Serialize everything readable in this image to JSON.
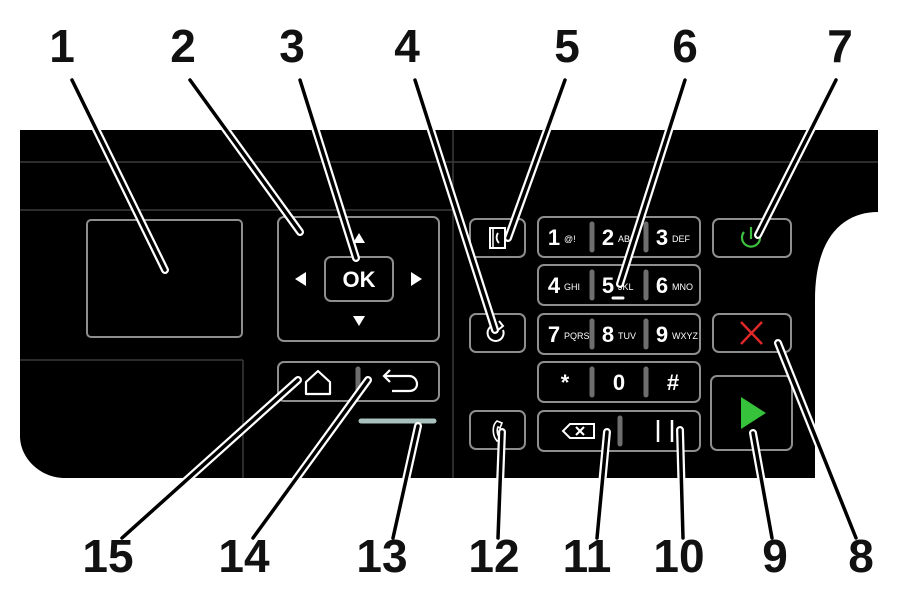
{
  "callouts": [
    "1",
    "2",
    "3",
    "4",
    "5",
    "6",
    "7",
    "8",
    "9",
    "10",
    "11",
    "12",
    "13",
    "14",
    "15"
  ],
  "ok_label": "OK",
  "keypad": [
    {
      "main": "1",
      "sub": "@!"
    },
    {
      "main": "2",
      "sub": "ABC"
    },
    {
      "main": "3",
      "sub": "DEF"
    },
    {
      "main": "4",
      "sub": "GHI"
    },
    {
      "main": "5",
      "sub": "JKL"
    },
    {
      "main": "6",
      "sub": "MNO"
    },
    {
      "main": "7",
      "sub": "PQRS"
    },
    {
      "main": "8",
      "sub": "TUV"
    },
    {
      "main": "9",
      "sub": "WXYZ"
    },
    {
      "main": "*",
      "sub": ""
    },
    {
      "main": "0",
      "sub": ""
    },
    {
      "main": "#",
      "sub": ""
    }
  ],
  "colors": {
    "panel": "#000000",
    "outline": "#8e8e8e",
    "power_icon": "#3fbf3f",
    "stop_icon": "#e0282a",
    "start_icon": "#36c23a",
    "indicator": "#a9c1bd"
  },
  "icons": [
    "dpad-arrows-icon",
    "redial-icon",
    "address-book-icon",
    "power-icon",
    "cancel-x-icon",
    "start-play-icon",
    "backspace-icon",
    "pause-icon",
    "hook-phone-icon",
    "home-icon",
    "back-arrow-icon"
  ]
}
